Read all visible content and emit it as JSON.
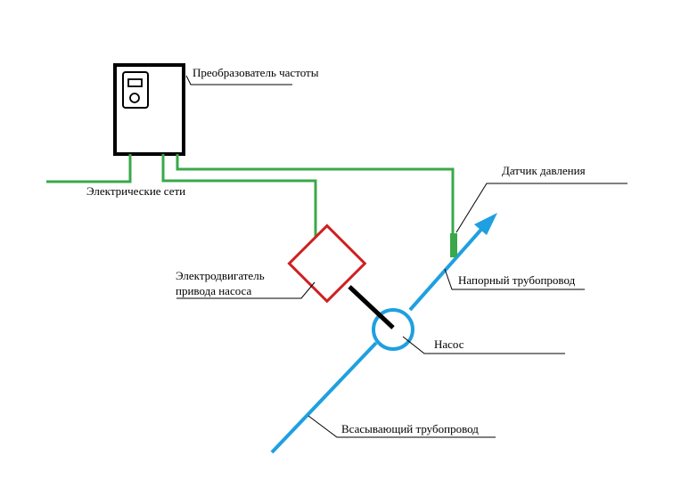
{
  "labels": {
    "frequency_converter": "Преобразователь частоты",
    "power_grid": "Электрические сети",
    "pressure_sensor": "Датчик давления",
    "motor_line1": "Электродвигатель",
    "motor_line2": "привода насоса",
    "discharge_pipe": "Напорный трубопровод",
    "pump": "Насос",
    "suction_pipe": "Всасывающий трубопровод"
  },
  "colors": {
    "wire": "#3aa84a",
    "pipe": "#1fa0e0",
    "motor": "#d02020",
    "shaft": "#000000",
    "leader": "#000000",
    "cabinet": "#000000"
  }
}
